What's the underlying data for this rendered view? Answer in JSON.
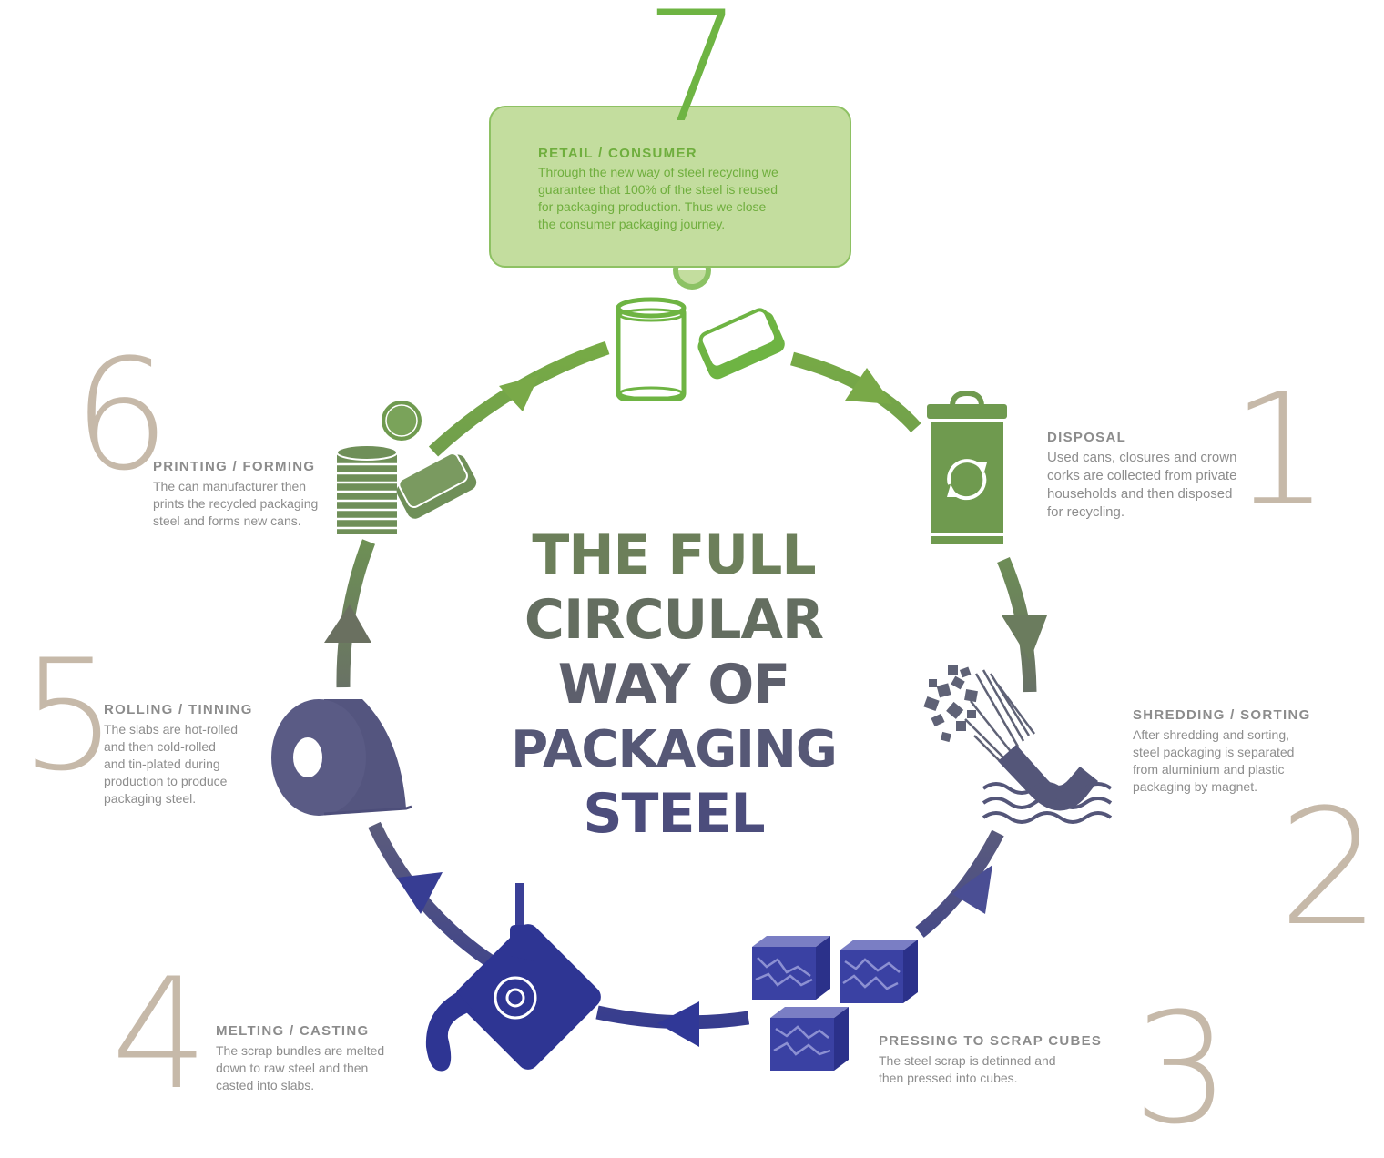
{
  "title": {
    "lines": [
      "THE FULL",
      "CIRCULAR",
      "WAY OF",
      "PACKAGING",
      "STEEL"
    ]
  },
  "steps": [
    {
      "number": "1",
      "heading": "DISPOSAL",
      "text": [
        "Used cans, closures and crown",
        "corks are collected from private",
        "households and then disposed",
        "for recycling."
      ],
      "icon": "recycling-bin-icon"
    },
    {
      "number": "2",
      "heading": "SHREDDING / SORTING",
      "text": [
        "After shredding and sorting,",
        "steel packaging is separated",
        "from aluminium and plastic",
        "packaging by magnet."
      ],
      "icon": "magnet-icon"
    },
    {
      "number": "3",
      "heading": "PRESSING TO SCRAP CUBES",
      "text": [
        "The steel scrap is detinned and",
        "then pressed into cubes."
      ],
      "icon": "scrap-cubes-icon"
    },
    {
      "number": "4",
      "heading": "MELTING / CASTING",
      "text": [
        "The scrap bundles are melted",
        "down to raw steel and then",
        "casted into slabs."
      ],
      "icon": "ladle-icon"
    },
    {
      "number": "5",
      "heading": "ROLLING / TINNING",
      "text": [
        "The slabs are hot-rolled",
        "and then cold-rolled",
        "and tin-plated during",
        "production to produce",
        "packaging steel."
      ],
      "icon": "steel-coil-icon"
    },
    {
      "number": "6",
      "heading": "PRINTING / FORMING",
      "text": [
        "The can manufacturer then",
        "prints the recycled packaging",
        "steel and forms new cans."
      ],
      "icon": "can-stack-icon"
    },
    {
      "number": "7",
      "heading": "RETAIL / CONSUMER",
      "text": [
        "Through the new way of steel recycling we",
        "guarantee that 100% of the steel is reused",
        "for packaging production. Thus we close",
        "the consumer packaging journey."
      ],
      "icon": "can-and-tin-icon"
    }
  ],
  "colors": {
    "green": "#6eb443",
    "green_light": "#c3dd9e",
    "olive": "#7a9a55",
    "grey_green": "#6f7d68",
    "slate": "#5b5f82",
    "indigo": "#3a3f96",
    "navy": "#2e3593",
    "beige_number": "#c6b9a9",
    "text_grey": "#8d8d8d"
  }
}
